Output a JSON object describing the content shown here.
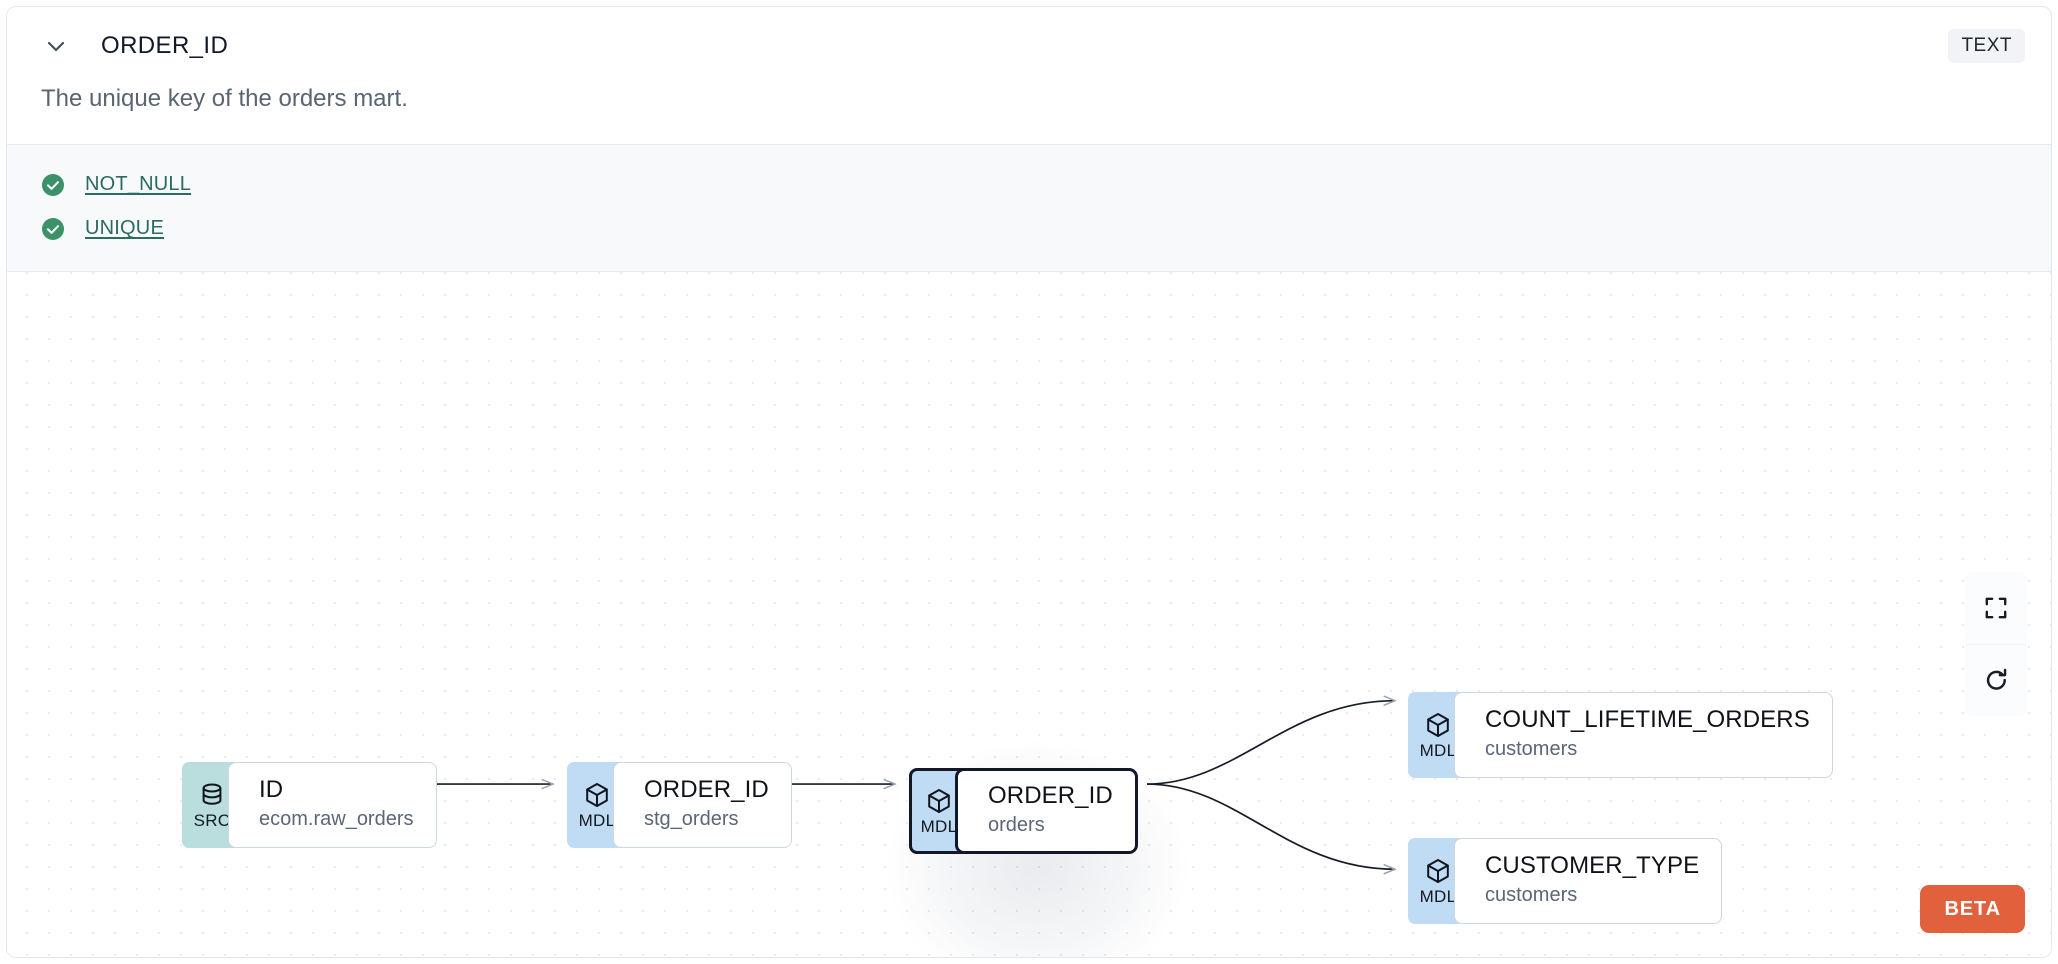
{
  "header": {
    "collapse_icon": "chevron-down-icon",
    "title": "ORDER_ID",
    "type_badge": "TEXT"
  },
  "description": "The unique key of the orders mart.",
  "tests": {
    "status_icon": "check-circle-icon",
    "items": [
      {
        "label": "NOT_NULL",
        "status": "pass"
      },
      {
        "label": "UNIQUE",
        "status": "pass"
      }
    ]
  },
  "lineage": {
    "nodes": [
      {
        "id": "src",
        "kind": "SRC",
        "kind_icon": "database-icon",
        "title": "ID",
        "subtitle": "ecom.raw_orders",
        "selected": false
      },
      {
        "id": "stg",
        "kind": "MDL",
        "kind_icon": "cube-icon",
        "title": "ORDER_ID",
        "subtitle": "stg_orders",
        "selected": false
      },
      {
        "id": "orders",
        "kind": "MDL",
        "kind_icon": "cube-icon",
        "title": "ORDER_ID",
        "subtitle": "orders",
        "selected": true
      },
      {
        "id": "count",
        "kind": "MDL",
        "kind_icon": "cube-icon",
        "title": "COUNT_LIFETIME_ORDERS",
        "subtitle": "customers",
        "selected": false
      },
      {
        "id": "custtype",
        "kind": "MDL",
        "kind_icon": "cube-icon",
        "title": "CUSTOMER_TYPE",
        "subtitle": "customers",
        "selected": false
      }
    ],
    "edges": [
      {
        "from": "src",
        "to": "stg",
        "style": "straight"
      },
      {
        "from": "stg",
        "to": "orders",
        "style": "straight"
      },
      {
        "from": "orders",
        "to": "count",
        "style": "curve"
      },
      {
        "from": "orders",
        "to": "custtype",
        "style": "curve"
      }
    ],
    "controls": [
      {
        "name": "fit-view",
        "icon": "fit-screen-icon"
      },
      {
        "name": "reset",
        "icon": "refresh-icon"
      }
    ],
    "beta_badge": "BETA"
  },
  "colors": {
    "src_badge": "#b9dedd",
    "mdl_badge": "#c0dcf5",
    "beta": "#e0613c",
    "test_pass": "#3b9268",
    "test_link": "#2a6b63",
    "selected_border": "#12182a"
  }
}
